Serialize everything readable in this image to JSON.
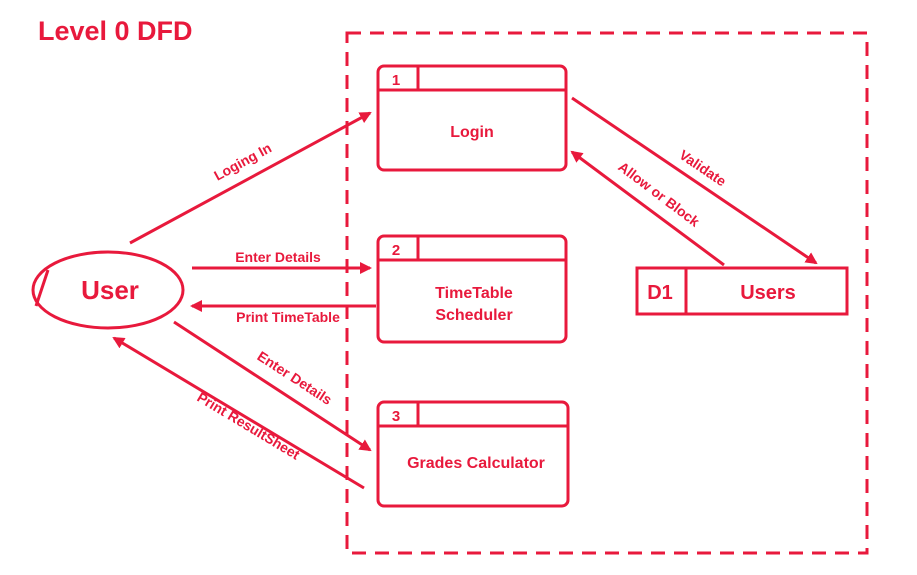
{
  "title": "Level 0 DFD",
  "color": "#e8193c",
  "entity": {
    "label": "User"
  },
  "processes": [
    {
      "id": "1",
      "label_lines": [
        "Login"
      ]
    },
    {
      "id": "2",
      "label_lines": [
        "TimeTable",
        "Scheduler"
      ]
    },
    {
      "id": "3",
      "label_lines": [
        "Grades Calculator"
      ]
    }
  ],
  "datastore": {
    "id": "D1",
    "label": "Users"
  },
  "flows": {
    "loging_in": "Loging In",
    "enter_details_1": "Enter Details",
    "print_timetable": "Print TimeTable",
    "enter_details_2": "Enter Details",
    "print_resultsheet": "Print ResultSheet",
    "validate": "Validate",
    "allow_or_block": "Allow or Block"
  }
}
